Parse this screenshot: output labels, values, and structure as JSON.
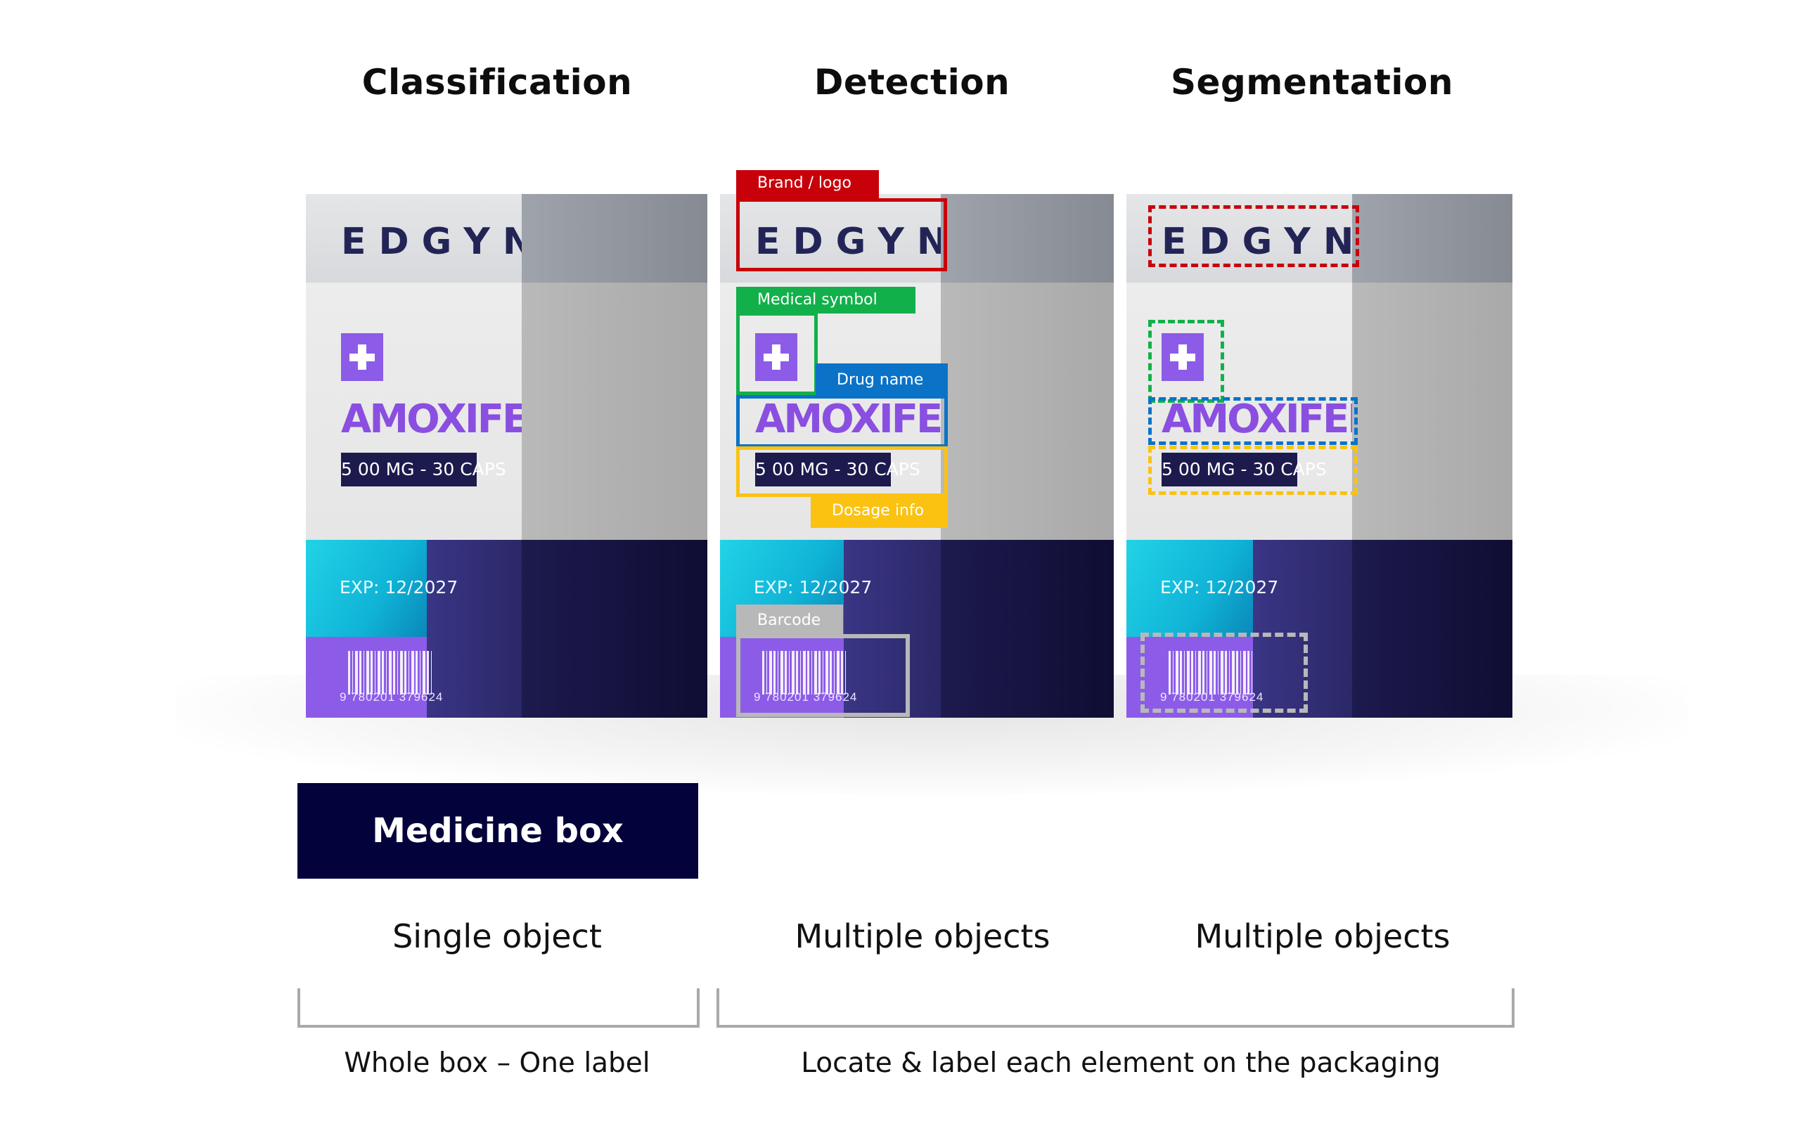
{
  "headings": [
    "Classification",
    "Detection",
    "Segmentation"
  ],
  "box": {
    "brand": "EDGYN",
    "drug_name": "AMOXIFEN",
    "dosage": "5 00 MG - 30 CAPS",
    "expiry": "EXP: 12/2027",
    "barcode_number": "9   780201   379624",
    "icon": "medical-cross-icon"
  },
  "detection_labels": {
    "brand": "Brand / logo",
    "medical_symbol": "Medical symbol",
    "drug_name": "Drug name",
    "dosage": "Dosage info",
    "barcode": "Barcode"
  },
  "annotation_colors": {
    "brand": "#c8000a",
    "medical_symbol": "#12b04a",
    "drug_name": "#0a73c8",
    "dosage": "#fbc211",
    "barcode": "#b8b8b8"
  },
  "classification_label": "Medicine box",
  "subtitles": [
    "Single object",
    "Multiple objects",
    "Multiple objects"
  ],
  "captions": [
    "Whole box – One label",
    "Locate & label each element on the packaging"
  ]
}
